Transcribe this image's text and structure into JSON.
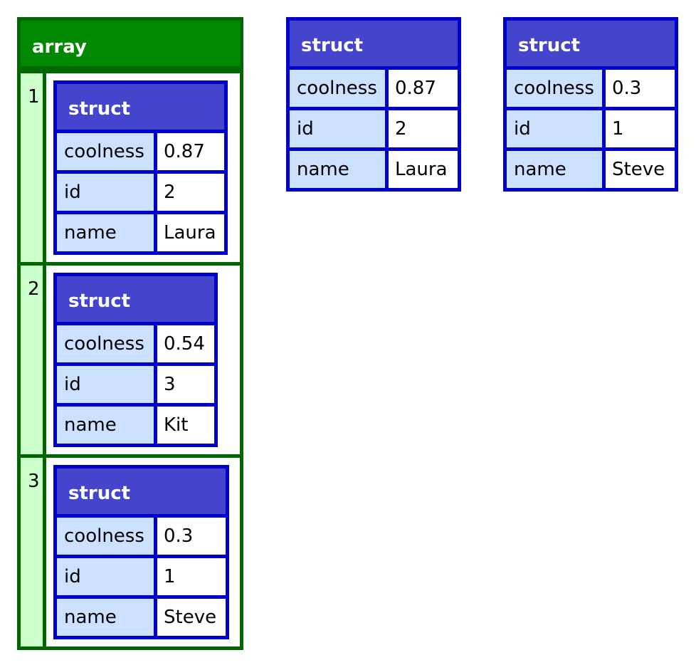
{
  "array": {
    "title": "array",
    "items": [
      {
        "index": "1",
        "struct": {
          "title": "struct",
          "rows": [
            {
              "key": "coolness",
              "value": "0.87"
            },
            {
              "key": "id",
              "value": "2"
            },
            {
              "key": "name",
              "value": "Laura"
            }
          ]
        }
      },
      {
        "index": "2",
        "struct": {
          "title": "struct",
          "rows": [
            {
              "key": "coolness",
              "value": "0.54"
            },
            {
              "key": "id",
              "value": "3"
            },
            {
              "key": "name",
              "value": "Kit"
            }
          ]
        }
      },
      {
        "index": "3",
        "struct": {
          "title": "struct",
          "rows": [
            {
              "key": "coolness",
              "value": "0.3"
            },
            {
              "key": "id",
              "value": "1"
            },
            {
              "key": "name",
              "value": "Steve"
            }
          ]
        }
      }
    ]
  },
  "structs": [
    {
      "title": "struct",
      "rows": [
        {
          "key": "coolness",
          "value": "0.87"
        },
        {
          "key": "id",
          "value": "2"
        },
        {
          "key": "name",
          "value": "Laura"
        }
      ]
    },
    {
      "title": "struct",
      "rows": [
        {
          "key": "coolness",
          "value": "0.3"
        },
        {
          "key": "id",
          "value": "1"
        },
        {
          "key": "name",
          "value": "Steve"
        }
      ]
    }
  ]
}
